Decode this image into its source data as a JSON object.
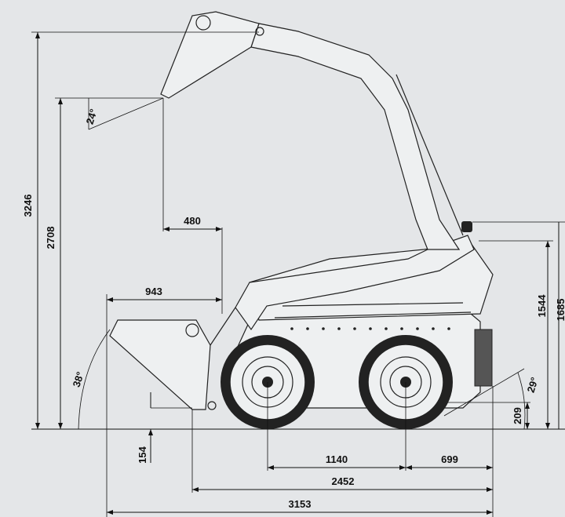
{
  "dimensions": {
    "overall_height": "3246",
    "hinge_height": "2708",
    "reach_at_max": "480",
    "bucket_reach": "943",
    "height_to_top": "1685",
    "operator_height": "1544",
    "ground_clearance": "209",
    "dig_depth": "154",
    "wheelbase": "1140",
    "rear_overhang": "699",
    "length_without_bucket": "2452",
    "overall_length": "3153"
  },
  "angles": {
    "dump_angle": "24°",
    "rollback_angle": "38°",
    "departure_angle": "29°"
  },
  "colors": {
    "background": "#e4e6e8",
    "line": "#111111",
    "machine_fill": "#eef0f1"
  }
}
